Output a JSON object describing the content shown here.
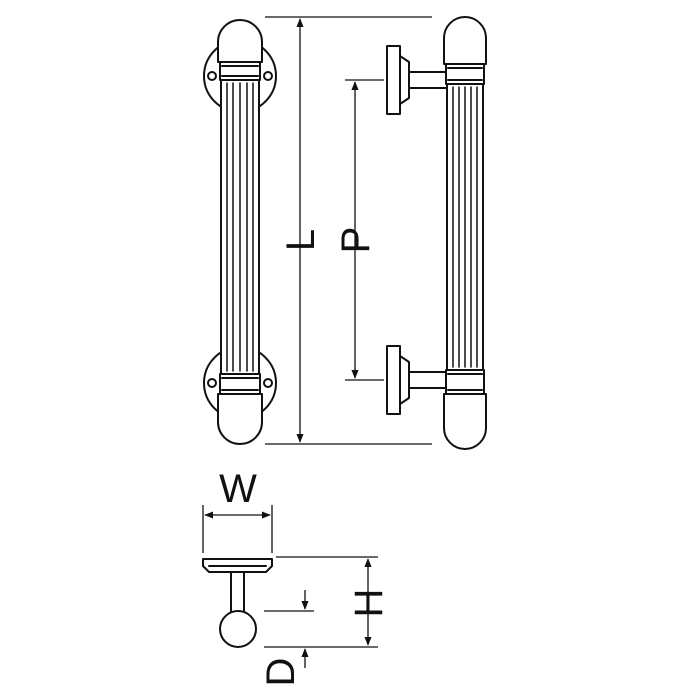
{
  "drawing": {
    "stroke_color": "#111111",
    "background_color": "#ffffff",
    "dimension_labels": {
      "length": "L",
      "pitch": "P",
      "width": "W",
      "height": "H",
      "diameter": "D"
    }
  }
}
